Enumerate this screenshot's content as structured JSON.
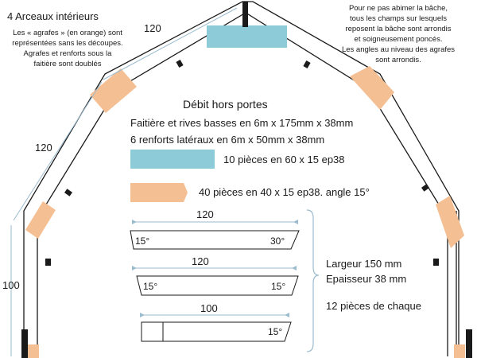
{
  "title": "4 Arceaux intérieurs",
  "left_note": {
    "line1": "Les « agrafes » (en orange) sont",
    "line2": "représentées sans les découpes.",
    "line3": "Agrafes et renforts sous la",
    "line4": "faitière sont doublés"
  },
  "right_note": {
    "line1": "Pour ne pas abimer la bâche,",
    "line2": "tous les champs sur lesquels",
    "line3": "reposent la bâche sont arrondis",
    "line4": "et soigneusement poncés.",
    "line5": "Les angles au niveau des agrafes",
    "line6": "sont arrondis."
  },
  "center": {
    "heading": "Débit hors portes",
    "line1": "Faitière et rives basses en 6m x 175mm x 38mm",
    "line2": "6 renforts latéraux en 6m x 50mm x 38mm"
  },
  "legend": {
    "blue_label": "10 pièces en 60 x 15 ep38",
    "orange_label": "40 pièces en 40 x 15 ep38. angle 15°",
    "blue_color": "#8ecbd9",
    "orange_color": "#f5bf94"
  },
  "dimensions": {
    "upper_left": "120",
    "mid_left": "120",
    "lower_left": "100"
  },
  "pieces": [
    {
      "length": "120",
      "left_angle": "15°",
      "right_angle": "30°"
    },
    {
      "length": "120",
      "left_angle": "15°",
      "right_angle": "15°"
    },
    {
      "length": "100",
      "left_angle": "",
      "right_angle": "15°"
    }
  ],
  "specs": {
    "width": "Largeur 150 mm",
    "thickness": "Epaisseur 38 mm",
    "count": "12 pièces de chaque"
  }
}
